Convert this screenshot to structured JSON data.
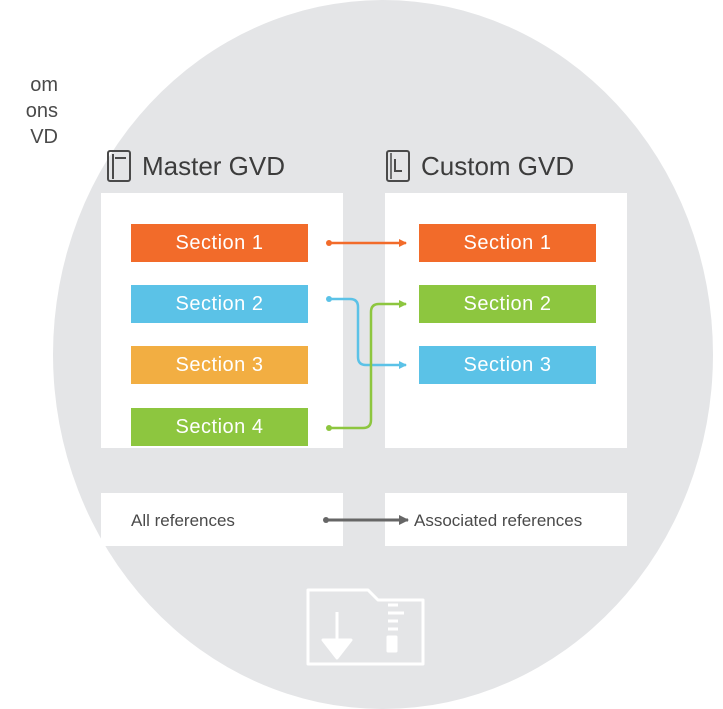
{
  "side_caption": [
    "om",
    "ons",
    "VD"
  ],
  "master": {
    "title": "Master GVD",
    "sections": [
      "Section 1",
      "Section 2",
      "Section 3",
      "Section 4"
    ],
    "refs": "All references"
  },
  "custom": {
    "title": "Custom GVD",
    "sections": [
      "Section 1",
      "Section 2",
      "Section 3"
    ],
    "refs": "Associated references"
  },
  "colors": {
    "orange": "#f26b2a",
    "blue": "#5bc2e7",
    "yellow": "#f2ae42",
    "green": "#8dc63f",
    "background": "#e4e5e7",
    "arrow_gray": "#666666"
  },
  "icons": {
    "master": "master-document-icon",
    "custom": "custom-document-icon",
    "footer": "folder-download-icon"
  }
}
